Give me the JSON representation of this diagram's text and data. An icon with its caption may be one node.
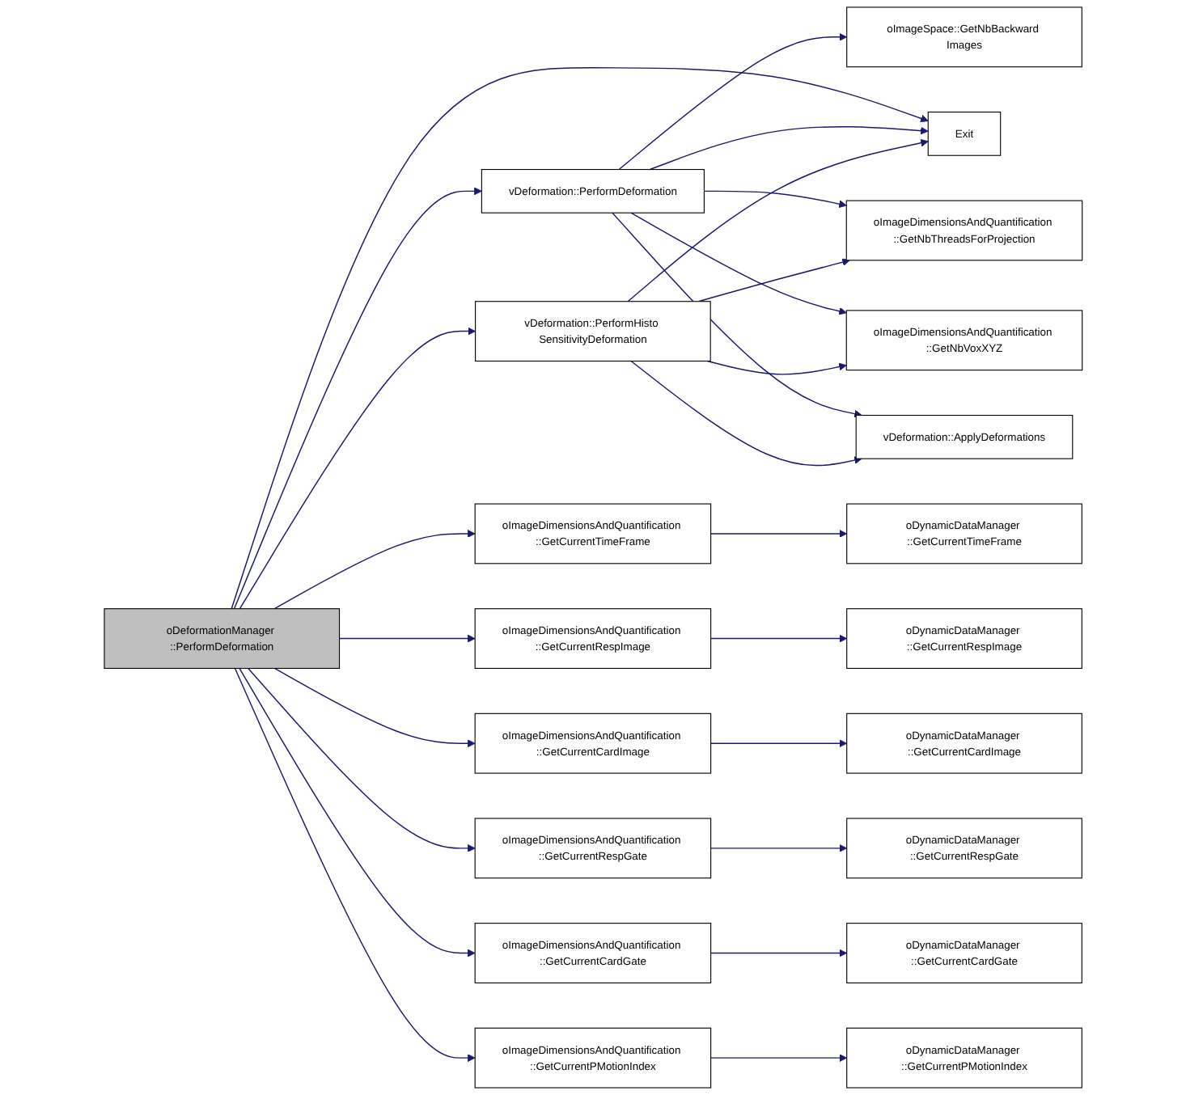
{
  "diagram": {
    "nodes": [
      {
        "text": [
          "oDeformationManager ::PerformDeformation"
        ]
      },
      {
        "text": [
          "vDeformation::PerformDeformation"
        ]
      },
      {
        "text": [
          "oImageSpace::GetNbBackward Images"
        ]
      },
      {
        "text": [
          "Exit"
        ]
      },
      {
        "text": [
          "oImageDimensionsAndQuantification ::GetNbThreadsForProjection"
        ]
      },
      {
        "text": [
          "oImageDimensionsAndQuantification ::GetNbVoxXYZ"
        ]
      },
      {
        "text": [
          "vDeformation::ApplyDeformations"
        ]
      },
      {
        "text": [
          "vDeformation::PerformHisto SensitivityDeformation"
        ]
      },
      {
        "text": [
          "oImageDimensionsAndQuantification ::GetCurrentTimeFrame"
        ]
      },
      {
        "text": [
          "oDynamicDataManager ::GetCurrentTimeFrame"
        ]
      },
      {
        "text": [
          "oImageDimensionsAndQuantification ::GetCurrentRespImage"
        ]
      },
      {
        "text": [
          "oDynamicDataManager ::GetCurrentRespImage"
        ]
      },
      {
        "text": [
          "oImageDimensionsAndQuantification ::GetCurrentCardImage"
        ]
      },
      {
        "text": [
          "oDynamicDataManager ::GetCurrentCardImage"
        ]
      },
      {
        "text": [
          "oImageDimensionsAndQuantification ::GetCurrentRespGate"
        ]
      },
      {
        "text": [
          "oDynamicDataManager ::GetCurrentRespGate"
        ]
      },
      {
        "text": [
          "oImageDimensionsAndQuantification ::GetCurrentCardGate"
        ]
      },
      {
        "text": [
          "oDynamicDataManager ::GetCurrentCardGate"
        ]
      },
      {
        "text": [
          "oImageDimensionsAndQuantification ::GetCurrentPMotionIndex"
        ]
      },
      {
        "text": [
          "oDynamicDataManager ::GetCurrentPMotionIndex"
        ]
      }
    ],
    "edges": [
      {
        "from": 0,
        "to": 1,
        "arrow": "to"
      },
      {
        "from": 0,
        "to": 3,
        "arrow": "to"
      },
      {
        "from": 0,
        "to": 7,
        "arrow": "to"
      },
      {
        "from": 0,
        "to": 8,
        "arrow": "to"
      },
      {
        "from": 0,
        "to": 10,
        "arrow": "to"
      },
      {
        "from": 0,
        "to": 12,
        "arrow": "to"
      },
      {
        "from": 0,
        "to": 14,
        "arrow": "to"
      },
      {
        "from": 0,
        "to": 16,
        "arrow": "to"
      },
      {
        "from": 0,
        "to": 18,
        "arrow": "to"
      },
      {
        "from": 1,
        "to": 2,
        "arrow": "to"
      },
      {
        "from": 1,
        "to": 3,
        "arrow": "to"
      },
      {
        "from": 1,
        "to": 4,
        "arrow": "to"
      },
      {
        "from": 1,
        "to": 5,
        "arrow": "to"
      },
      {
        "from": 1,
        "to": 6,
        "arrow": "to"
      },
      {
        "from": 7,
        "to": 3,
        "arrow": "to"
      },
      {
        "from": 7,
        "to": 4,
        "arrow": "to"
      },
      {
        "from": 7,
        "to": 5,
        "arrow": "to"
      },
      {
        "from": 7,
        "to": 6,
        "arrow": "to"
      },
      {
        "from": 8,
        "to": 9,
        "arrow": "to"
      },
      {
        "from": 10,
        "to": 11,
        "arrow": "to"
      },
      {
        "from": 12,
        "to": 13,
        "arrow": "to"
      },
      {
        "from": 14,
        "to": 15,
        "arrow": "to"
      },
      {
        "from": 16,
        "to": 17,
        "arrow": "to"
      },
      {
        "from": 18,
        "to": 19,
        "arrow": "to"
      }
    ]
  }
}
